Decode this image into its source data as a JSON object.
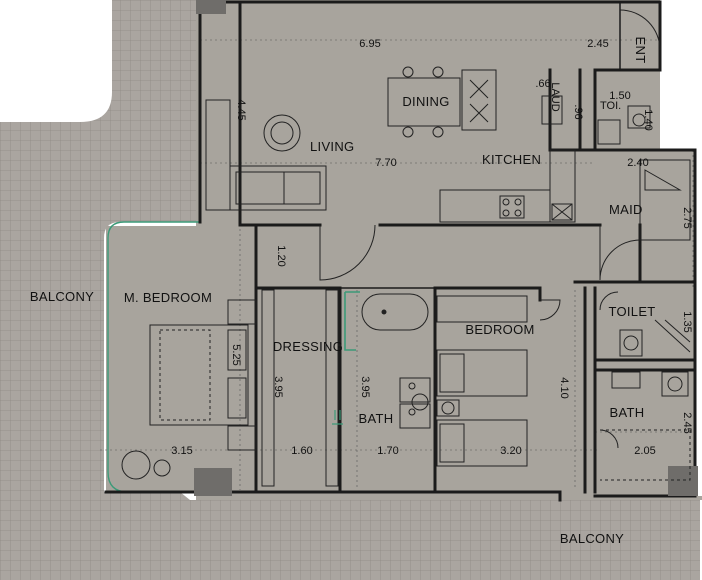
{
  "colors": {
    "interior": "#a8a49d",
    "balcony": "#aaa5a0",
    "tile_line": "#8f8a84",
    "wall": "#1b1b1b",
    "glass": "#3c9a78",
    "column": "#6f6d6a"
  },
  "rooms": {
    "dining": "DINING",
    "living": "LIVING",
    "kitchen": "KITCHEN",
    "maid": "MAID",
    "master_bedroom": "M. BEDROOM",
    "dressing": "DRESSING",
    "bedroom": "BEDROOM",
    "bath_1": "BATH",
    "bath_2": "BATH",
    "toilet": "TOILET",
    "toi": "TOI.",
    "laundry": "LAUD",
    "entrance": "ENT",
    "balcony_left": "BALCONY",
    "balcony_bottom": "BALCONY"
  },
  "dimensions": {
    "d_695": "6.95",
    "d_245_top": "2.45",
    "d_445": "4.45",
    "d_770": "7.70",
    "d_150": "1.50",
    "d_140": "1.40",
    "d_66": ".66",
    "d_96": ".96",
    "d_240": "2.40",
    "d_275": "2.75",
    "d_120": "1.20",
    "d_525": "5.25",
    "d_395_a": "3.95",
    "d_395_b": "3.95",
    "d_315": "3.15",
    "d_160": "1.60",
    "d_170": "1.70",
    "d_320": "3.20",
    "d_410": "4.10",
    "d_135": "1.35",
    "d_245_right": "2.45",
    "d_205": "2.05"
  }
}
